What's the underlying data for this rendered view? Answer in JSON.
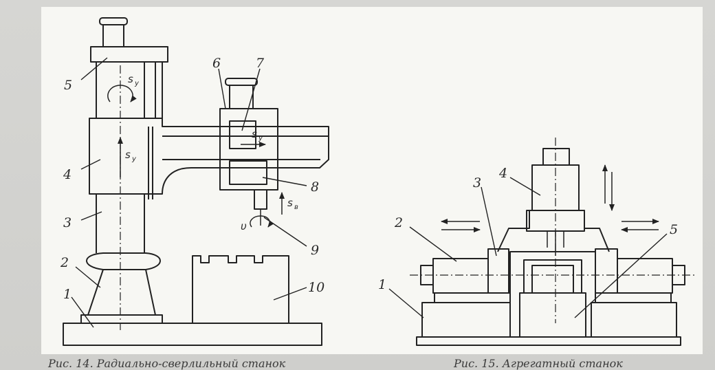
{
  "left_figure": {
    "labels": {
      "l1": "1",
      "l2": "2",
      "l3": "3",
      "l4": "4",
      "l5": "5",
      "l6": "6",
      "l7": "7",
      "l8": "8",
      "l9": "9",
      "l10": "10"
    },
    "symbols": {
      "s_top": "s",
      "s_mid": "s",
      "s_head": "s",
      "s_feed": "s",
      "sub_y": "y",
      "sub_v": "в",
      "v": "υ"
    }
  },
  "right_figure": {
    "labels": {
      "r1": "1",
      "r2": "2",
      "r3": "3",
      "r4": "4",
      "r5": "5"
    }
  },
  "captions": {
    "left": "Рис. 14. Радиально-сверлильный станок",
    "right": "Рис. 15. Агрегатный станок"
  },
  "colors": {
    "ink": "#222222",
    "paper": "#f7f7f3",
    "scan_background": "#cfcfcc"
  }
}
